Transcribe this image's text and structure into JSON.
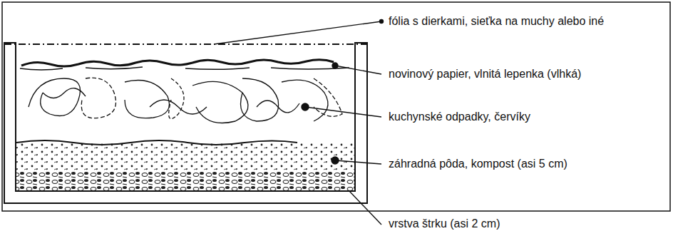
{
  "diagram": {
    "labels": [
      "fólia s dierkami, sieťka na muchy alebo iné",
      "novinový papier, vlnitá lepenka (vlhká)",
      "kuchynské odpadky, červíky",
      "záhradná pôda, kompost (asi 5 cm)",
      "vrstva štrku (asi 2 cm)"
    ]
  }
}
